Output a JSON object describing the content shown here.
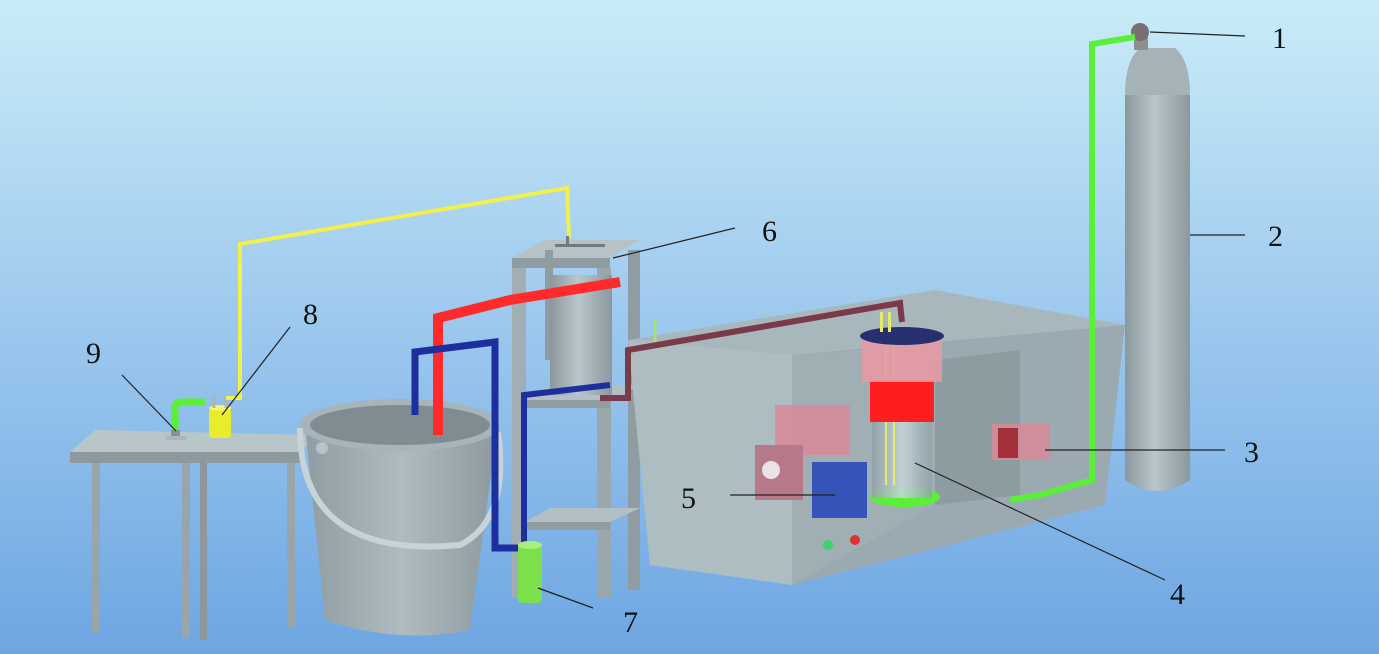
{
  "labels": {
    "l1": "1",
    "l2": "2",
    "l3": "3",
    "l4": "4",
    "l5": "5",
    "l6": "6",
    "l7": "7",
    "l8": "8",
    "l9": "9"
  },
  "colors": {
    "background_top": "#c9ecf7",
    "background_bottom": "#6ea6e2",
    "gray_equipment": "#a6b3b8",
    "yellow_pipe": "#f2f04a",
    "red_pipe": "#ff2a2a",
    "blue_pipe": "#1c2f9c",
    "green_pipe": "#5af03a",
    "dark_red_pipe": "#7a3a4a",
    "control_panel": "#3553b8",
    "heater_pink": "#d98a9a"
  }
}
